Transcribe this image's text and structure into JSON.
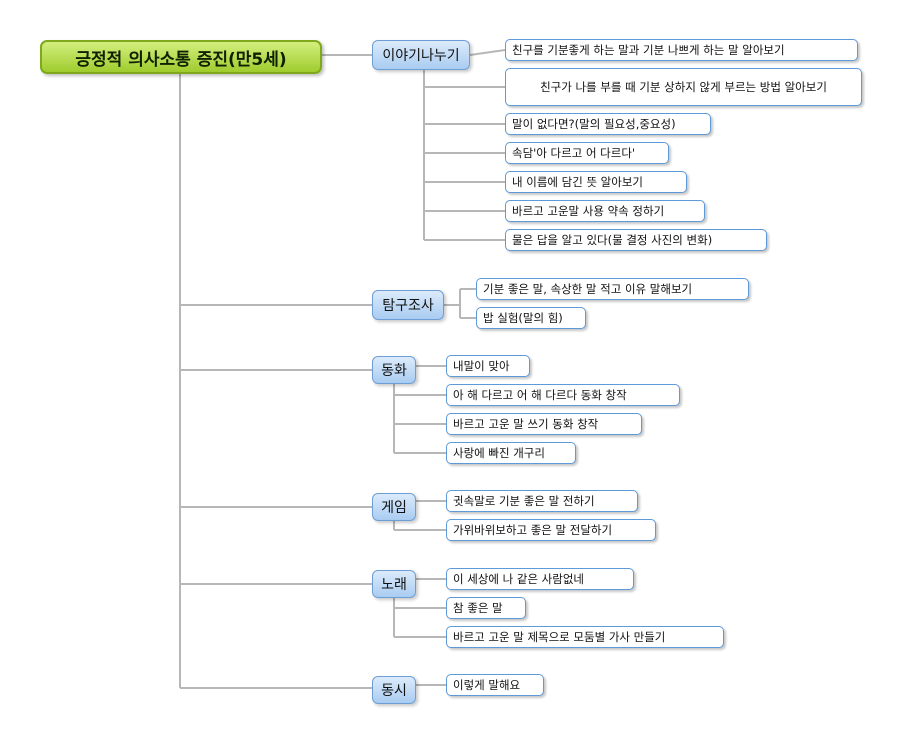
{
  "root": {
    "label": "긍정적 의사소통 증진(만5세)"
  },
  "branches": [
    {
      "label": "이야기나누기",
      "items": [
        "친구를 기분좋게 하는 말과 기분 나쁘게 하는 말 알아보기",
        "친구가 나를 부를 때 기분 상하지 않게 부르는 방법 알아보기",
        "말이 없다면?(말의 필요성,중요성)",
        "속담'아 다르고 어 다르다'",
        "내 이름에 담긴 뜻 알아보기",
        "바르고 고운말 사용 약속 정하기",
        "물은 답을 알고 있다(물 결정 사진의 변화)"
      ]
    },
    {
      "label": "탐구조사",
      "items": [
        "기분 좋은 말, 속상한 말 적고 이유 말해보기",
        "밥 실험(말의 힘)"
      ]
    },
    {
      "label": "동화",
      "items": [
        "내말이 맞아",
        "아 해 다르고 어 해 다르다 동화 창작",
        "바르고 고운 말 쓰기 동화 창작",
        "사랑에 빠진 개구리"
      ]
    },
    {
      "label": "게임",
      "items": [
        "귓속말로 기분 좋은 말 전하기",
        "가위바위보하고 좋은 말 전달하기"
      ]
    },
    {
      "label": "노래",
      "items": [
        "이 세상에 나 같은 사람없네",
        "참 좋은 말",
        "바르고 고운 말 제목으로 모둠별 가사 만들기"
      ]
    },
    {
      "label": "동시",
      "items": [
        "이렇게 말해요"
      ]
    }
  ]
}
